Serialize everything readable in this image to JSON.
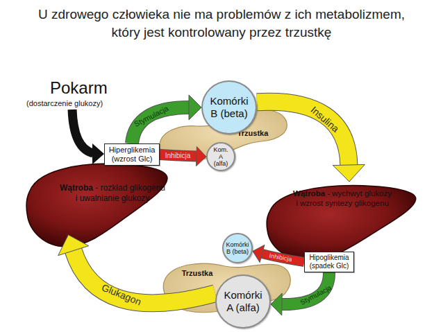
{
  "diagram": {
    "title": "U zdrowego człowieka nie ma problemów z ich metabolizmem, który jest kontrolowany przez trzustkę",
    "nodes": [
      {
        "text": [
          "Komórki B (beta)"
        ]
      },
      {
        "text": [
          "Trzustka"
        ]
      },
      {
        "text": [
          "Hiperglikemia (wzrost Glc)"
        ]
      },
      {
        "text": [
          "Kom. A (alfa)"
        ]
      },
      {
        "text": [
          "Wątroba",
          "- rozkład glikogenu i uwalnianie glukozy"
        ]
      },
      {
        "text": [
          "Wątroba",
          "- wychwyt glukozy i wzrost syntezy glikogenu"
        ]
      },
      {
        "text": [
          "Komórki B (beta)"
        ]
      },
      {
        "text": [
          "Hipoglikemia (spadek Glc)"
        ]
      },
      {
        "text": [
          "Trzustka"
        ]
      },
      {
        "text": [
          "Komórki A (alfa)"
        ]
      }
    ],
    "edges": [
      {
        "from": 2,
        "to": 0,
        "label": "Stymulacja",
        "arrow": "to"
      },
      {
        "from": 2,
        "to": 3,
        "label": "Inhibicja",
        "arrow": "to"
      },
      {
        "from": 0,
        "to": 5,
        "label": "Insulina",
        "arrow": "to"
      },
      {
        "from": 7,
        "to": 6,
        "label": "Inhibicja",
        "arrow": "to"
      },
      {
        "from": 7,
        "to": 9,
        "label": "Stymulacja",
        "arrow": "to"
      },
      {
        "from": 9,
        "to": 4,
        "label": "Glukagon",
        "arrow": "to"
      }
    ],
    "labels": [
      "Pokarm",
      "(dostarczenie glukozy)"
    ]
  }
}
